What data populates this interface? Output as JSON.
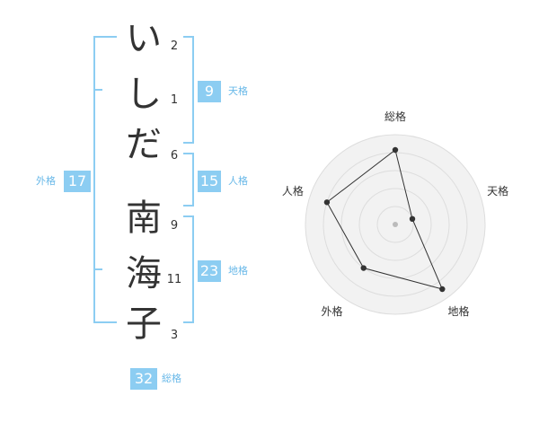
{
  "name": {
    "chars": [
      {
        "char": "い",
        "strokes": "2"
      },
      {
        "char": "し",
        "strokes": "1"
      },
      {
        "char": "だ",
        "strokes": "6"
      },
      {
        "char": "南",
        "strokes": "9"
      },
      {
        "char": "海",
        "strokes": "11"
      },
      {
        "char": "子",
        "strokes": "3"
      }
    ]
  },
  "fortune": {
    "tenkaku": {
      "label": "天格",
      "value": "9"
    },
    "jinkaku": {
      "label": "人格",
      "value": "15"
    },
    "chikaku": {
      "label": "地格",
      "value": "23"
    },
    "gaikaku": {
      "label": "外格",
      "value": "17"
    },
    "soukaku": {
      "label": "総格",
      "value": "32"
    }
  },
  "chart_data": {
    "type": "radar",
    "categories": [
      "総格",
      "天格",
      "地格",
      "外格",
      "人格"
    ],
    "values": [
      0.83,
      0.2,
      0.89,
      0.6,
      0.8
    ],
    "rings": 5,
    "colors": {
      "fill": "#f2f2f2",
      "ring": "#dddddd",
      "line": "#333333"
    }
  }
}
